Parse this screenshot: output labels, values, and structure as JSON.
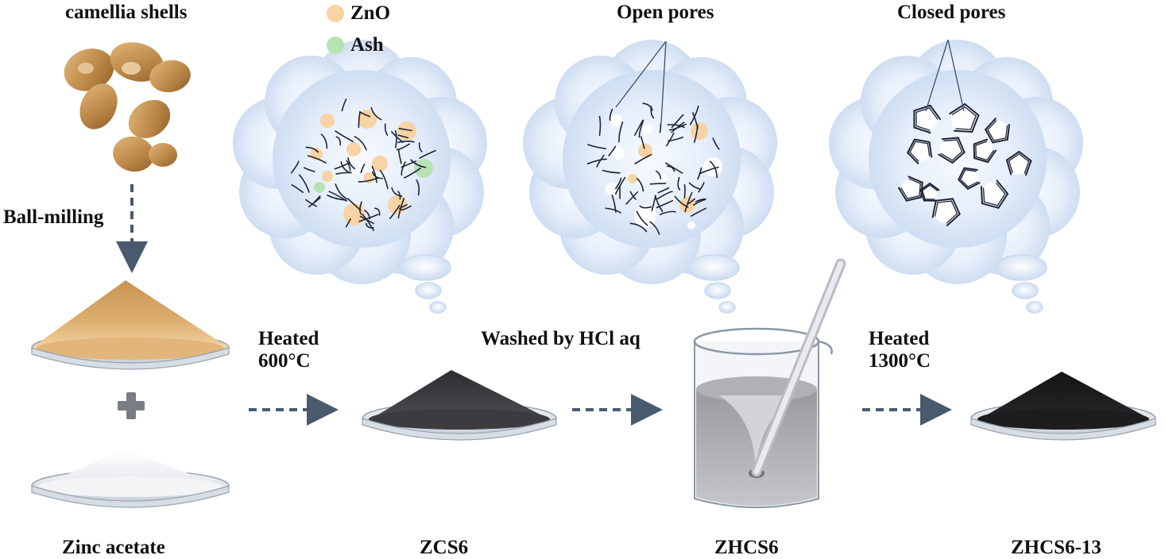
{
  "legend": {
    "zno": {
      "label": "ZnO",
      "color": "#f8d3a3"
    },
    "ash": {
      "label": "Ash",
      "color": "#b7e2b4"
    }
  },
  "labels": {
    "raw_material": "camellia shells",
    "ball_milling": "Ball-milling",
    "additive": "Zinc acetate",
    "step1": {
      "line1": "Heated",
      "line2": "600°C"
    },
    "step2": "Washed by HCl aq",
    "step3": {
      "line1": "Heated",
      "line2": "1300°C"
    },
    "open_pores": "Open pores",
    "closed_pores": "Closed pores"
  },
  "products": {
    "zcs6": "ZCS6",
    "zhcs6": "ZHCS6",
    "zhcs6_13": "ZHCS6-13"
  },
  "colors": {
    "arrow": "#4a5a6e",
    "cloud": "#d8e6f8",
    "cloud_edge": "#c9d9f1",
    "carbon_line": "#1e2436",
    "pore_white": "#ffffff",
    "dish": "#e7ebf0",
    "powder_shell": "#d8a866",
    "powder_zinc": "#f1f2f4",
    "powder_dark": "#3b3b3f",
    "powder_black": "#1d1d1f",
    "plus": "#7a7d84"
  }
}
